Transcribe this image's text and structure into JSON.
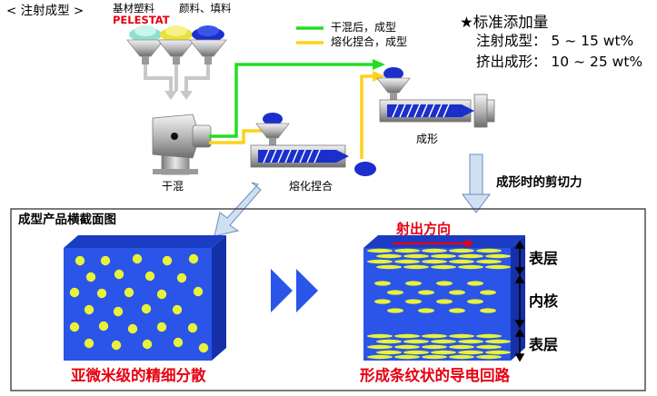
{
  "title": "< 注射成型 >",
  "materials": {
    "resin": "基材塑料",
    "product": "PELESTAT",
    "pigment": "颜料、填料"
  },
  "legend": {
    "dry_mix": "干混后，成型",
    "melt_mix": "熔化捏合，成型"
  },
  "dosage": {
    "title": "★标准添加量",
    "injection": "注射成型：  5 ~ 15 wt%",
    "extrusion": "挤出成形：  10 ~ 25 wt%"
  },
  "stations": {
    "dry_mixing": "干混",
    "melt_kneading": "熔化捏合",
    "molding": "成形"
  },
  "shear_label": "成形时的剪切力",
  "cross_section": {
    "title": "成型产品横截面图",
    "left_caption": "亚微米级的精细分散",
    "right_caption": "形成条纹状的导电回路",
    "direction": "射出方向",
    "layer_top": "表层",
    "layer_core": "内核",
    "layer_bottom": "表层"
  },
  "colors": {
    "blue": "#2a55e8",
    "yellow_green": "#e8f238",
    "red": "#e60012",
    "green_line": "#22dd22",
    "yellow_line": "#ffd21a"
  }
}
